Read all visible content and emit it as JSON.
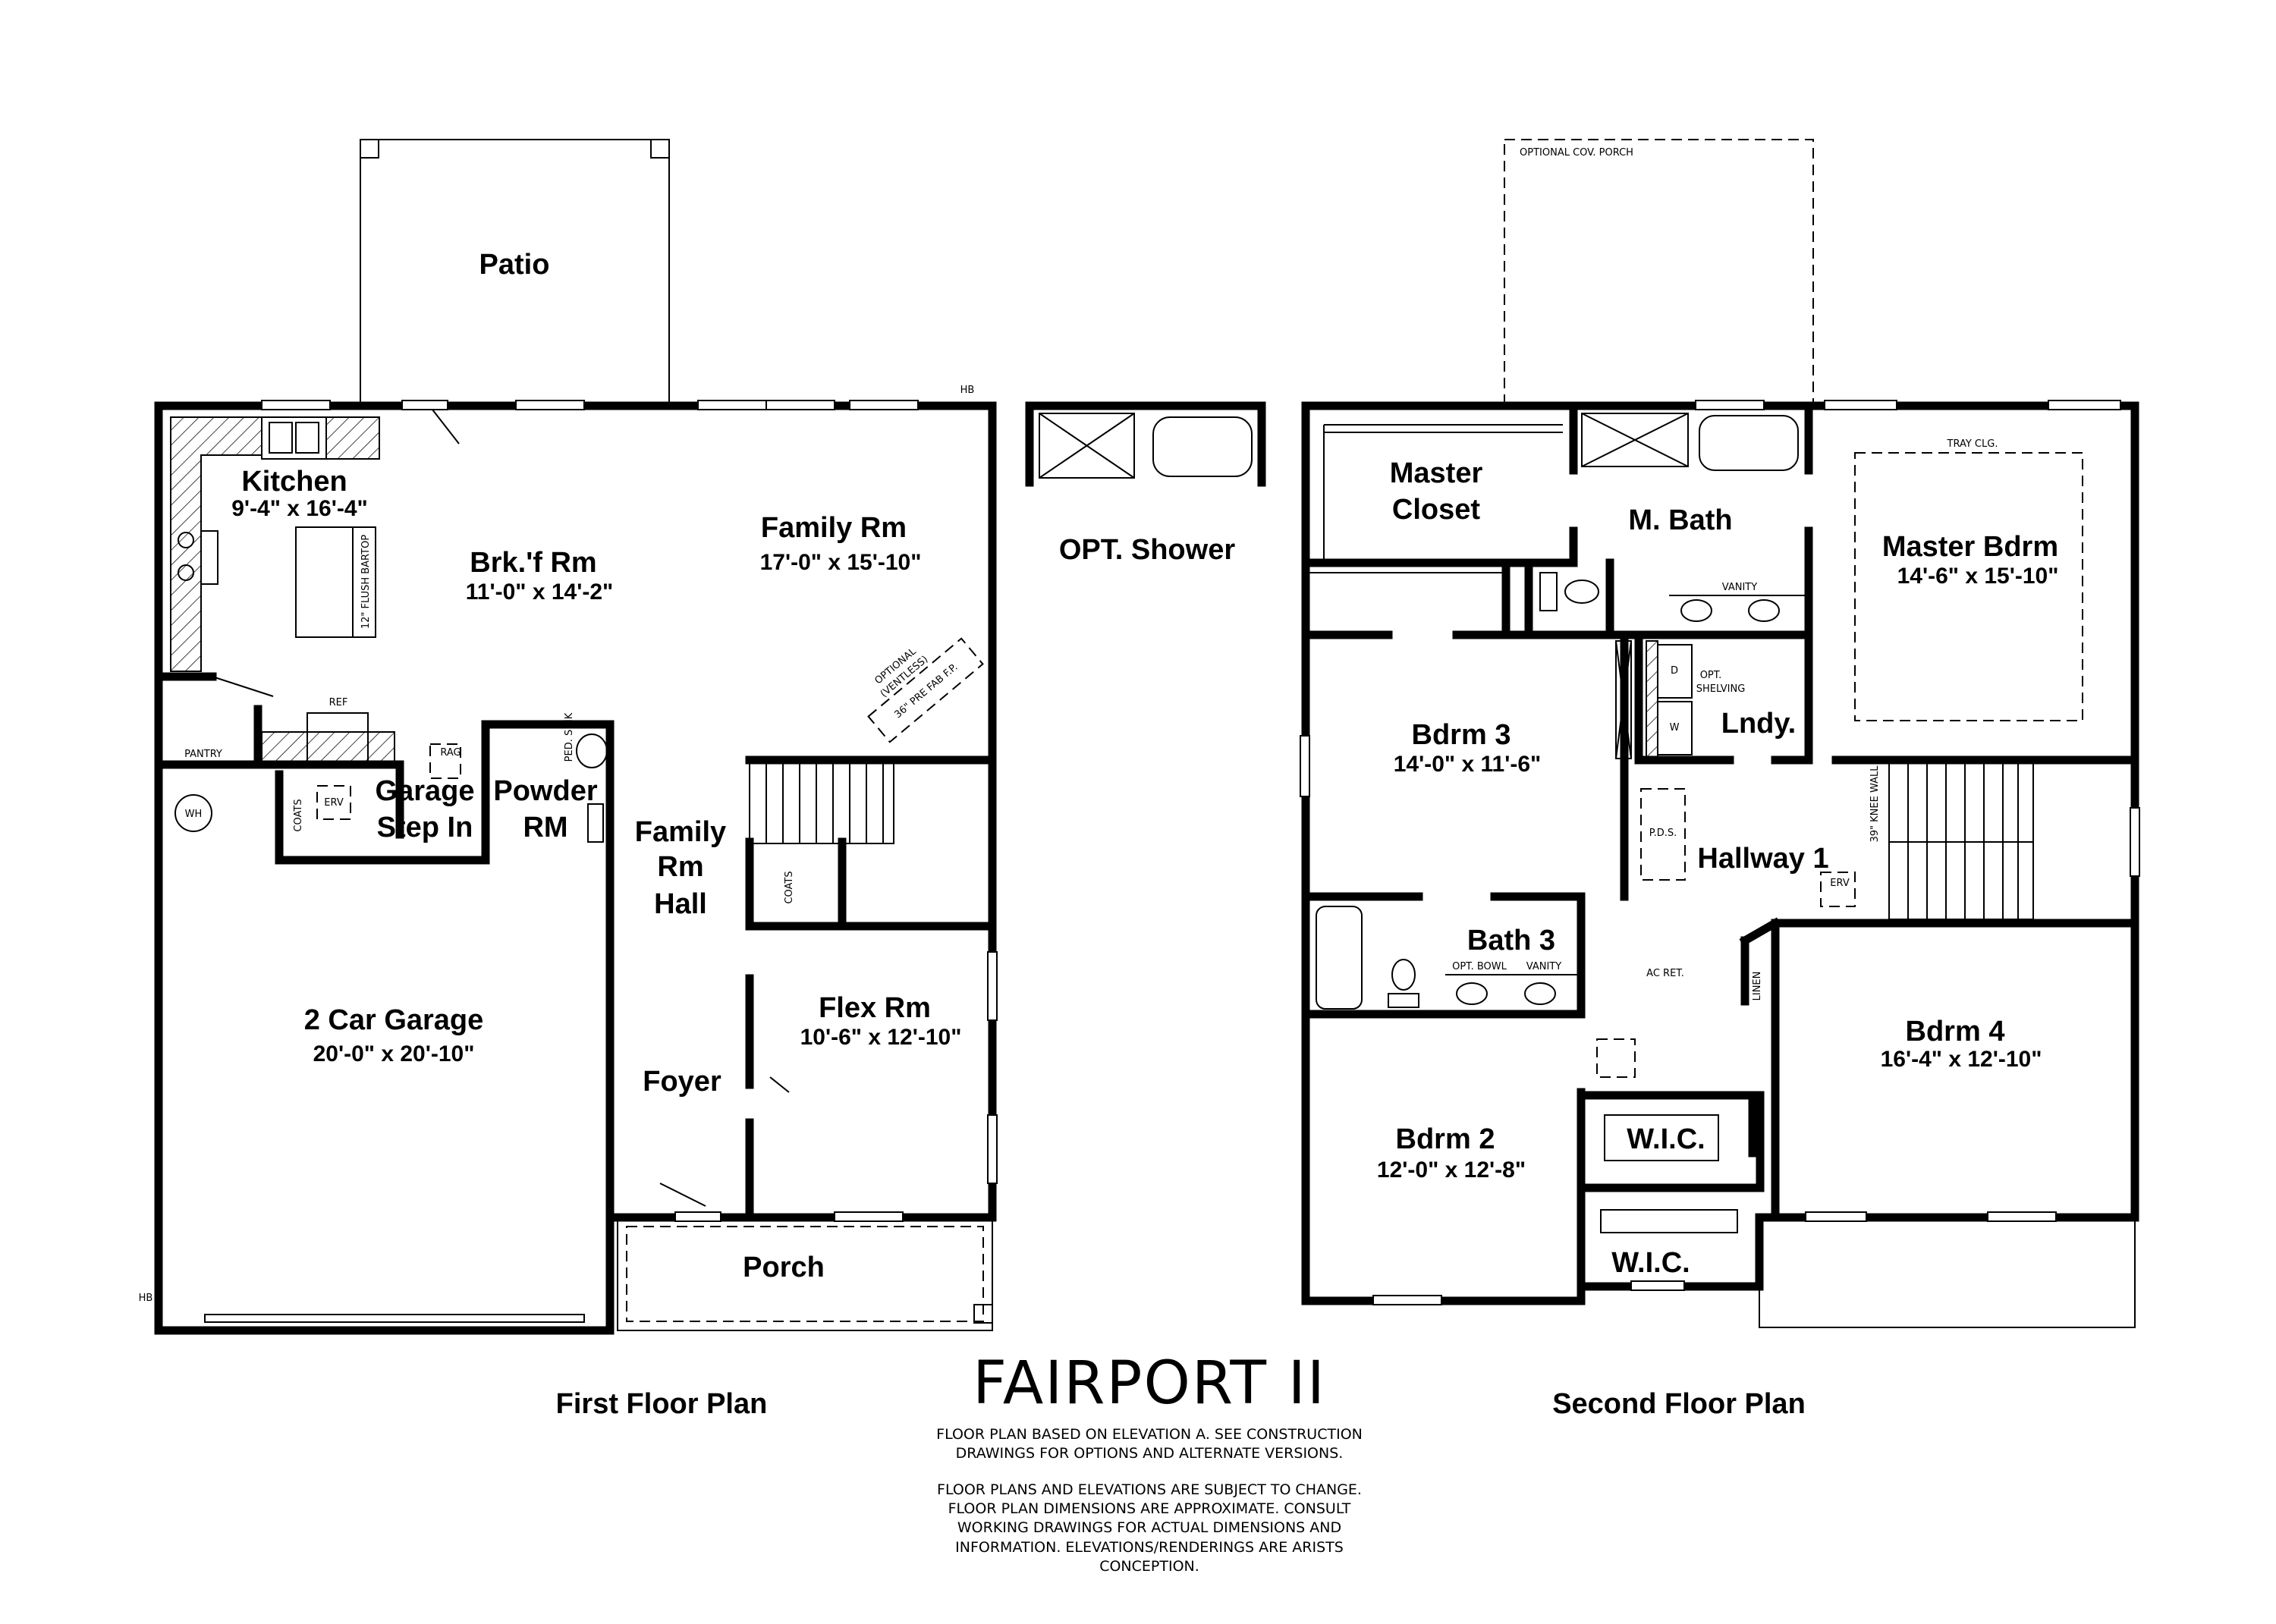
{
  "title": "FAIRPORT II",
  "disclaimer": {
    "lines": [
      "FLOOR PLAN BASED ON ELEVATION A. SEE CONSTRUCTION",
      "DRAWINGS FOR OPTIONS AND ALTERNATE VERSIONS.",
      "FLOOR PLANS AND ELEVATIONS ARE SUBJECT TO CHANGE.",
      "FLOOR PLAN DIMENSIONS ARE APPROXIMATE. CONSULT",
      "WORKING DRAWINGS FOR ACTUAL DIMENSIONS AND",
      "INFORMATION. ELEVATIONS/RENDERINGS ARE ARISTS",
      "CONCEPTION."
    ]
  },
  "first_floor": {
    "caption": "First Floor Plan",
    "rooms": {
      "patio": {
        "name": "Patio"
      },
      "kitchen": {
        "name": "Kitchen",
        "dim": "9'-4\" x 16'-4\""
      },
      "breakfast": {
        "name": "Brk.'f Rm",
        "dim": "11'-0\" x 14'-2\""
      },
      "family": {
        "name": "Family Rm",
        "dim": "17'-0\" x 15'-10\""
      },
      "garage_step": {
        "line1": "Garage",
        "line2": "Step In"
      },
      "powder": {
        "line1": "Powder",
        "line2": "RM"
      },
      "family_hall": {
        "line1": "Family",
        "line2": "Rm",
        "line3": "Hall"
      },
      "garage": {
        "name": "2 Car Garage",
        "dim": "20'-0\" x 20'-10\""
      },
      "flex": {
        "name": "Flex Rm",
        "dim": "10'-6\" x 12'-10\""
      },
      "foyer": {
        "name": "Foyer"
      },
      "porch": {
        "name": "Porch"
      }
    },
    "notes": {
      "bartop": "12\" FLUSH BARTOP",
      "ref": "REF",
      "pantry": "PANTRY",
      "wh": "WH",
      "coats1": "COATS",
      "coats2": "COATS",
      "erv": "ERV",
      "rag": "RAG",
      "ped_sink": "PED. SINK",
      "fp_opt": "OPTIONAL",
      "fp_vent": "(VENTLESS)",
      "fp": "36\" PRE FAB F.P.",
      "hb1": "HB",
      "hb2": "HB"
    }
  },
  "opt_shower": {
    "name": "OPT. Shower"
  },
  "second_floor": {
    "caption": "Second Floor Plan",
    "rooms": {
      "master_closet": {
        "line1": "Master",
        "line2": "Closet"
      },
      "m_bath": {
        "name": "M. Bath"
      },
      "master_bdrm": {
        "name": "Master Bdrm",
        "dim": "14'-6\" x 15'-10\""
      },
      "bdrm3": {
        "name": "Bdrm 3",
        "dim": "14'-0\" x 11'-6\""
      },
      "laundry": {
        "name": "Lndy."
      },
      "hallway": {
        "name": "Hallway 1"
      },
      "bath3": {
        "name": "Bath 3"
      },
      "bdrm4": {
        "name": "Bdrm 4",
        "dim": "16'-4\" x 12'-10\""
      },
      "bdrm2": {
        "name": "Bdrm 2",
        "dim": "12'-0\" x 12'-8\""
      },
      "wic1": {
        "name": "W.I.C."
      },
      "wic2": {
        "name": "W.I.C."
      }
    },
    "notes": {
      "cov_porch": "OPTIONAL COV. PORCH",
      "tray": "TRAY CLG.",
      "vanity": "VANITY",
      "opt": "OPT.",
      "shelving": "SHELVING",
      "dryer": "D",
      "washer": "W",
      "pds": "P.D.S.",
      "knee": "39\" KNEE WALL",
      "erv": "ERV",
      "opt_bowl": "OPT. BOWL",
      "vanity3": "VANITY",
      "ac_ret": "AC RET.",
      "linen": "LINEN"
    }
  }
}
